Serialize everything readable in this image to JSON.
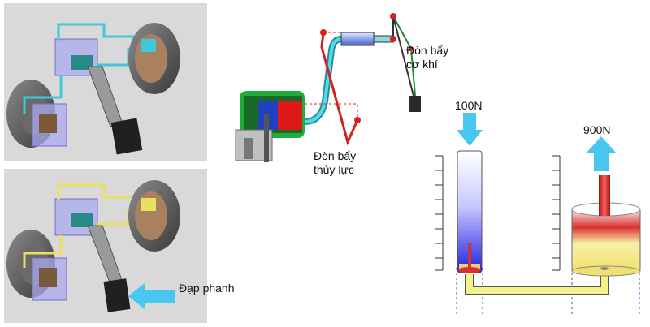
{
  "labels": {
    "mechanical_lever": [
      "Đòn bẩy",
      "cơ khí"
    ],
    "hydraulic_lever": [
      "Đòn bẩy",
      "thủy lực"
    ],
    "press_brake": "Đạp phanh",
    "input_force": "100N",
    "output_force": "900N"
  },
  "colors": {
    "panel_bg": "#d9d9d9",
    "brake_line_top": "#3fc8d8",
    "brake_line_bottom": "#e8e060",
    "cylinder_body": "#a9a9f0",
    "arrow_blue": "#48c8f0",
    "master_green": "#1fae3a",
    "lever_red": "#d81e1e",
    "fluid_yellow": "#f4f08a",
    "scale_ink": "#333333"
  }
}
